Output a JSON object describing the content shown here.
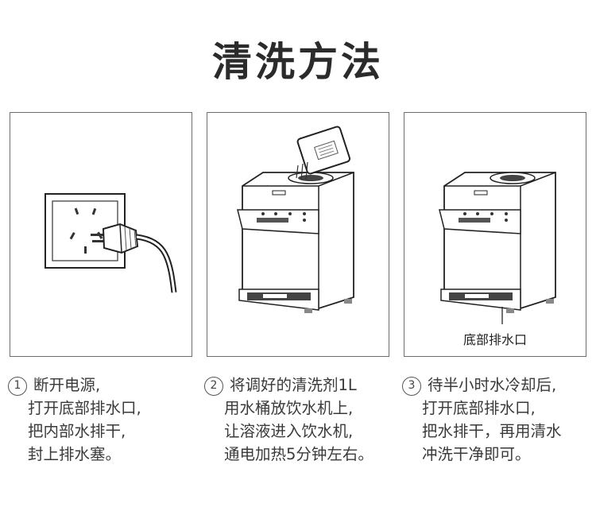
{
  "title": "清洗方法",
  "panels": [
    {
      "name": "unplug-illustration"
    },
    {
      "name": "pour-cleaner-illustration"
    },
    {
      "name": "drain-illustration",
      "label": "底部排水口"
    }
  ],
  "steps": [
    {
      "number": "1",
      "lines": [
        "断开电源,",
        "打开底部排水口,",
        "把内部水排干,",
        "封上排水塞。"
      ]
    },
    {
      "number": "2",
      "lines": [
        "将调好的清洗剂1L",
        "用水桶放饮水机上,",
        "让溶液进入饮水机,",
        "通电加热5分钟左右。"
      ]
    },
    {
      "number": "3",
      "lines": [
        "待半小时水冷却后,",
        "打开底部排水口,",
        "把水排干，再用清水",
        "冲洗干净即可。"
      ]
    }
  ]
}
